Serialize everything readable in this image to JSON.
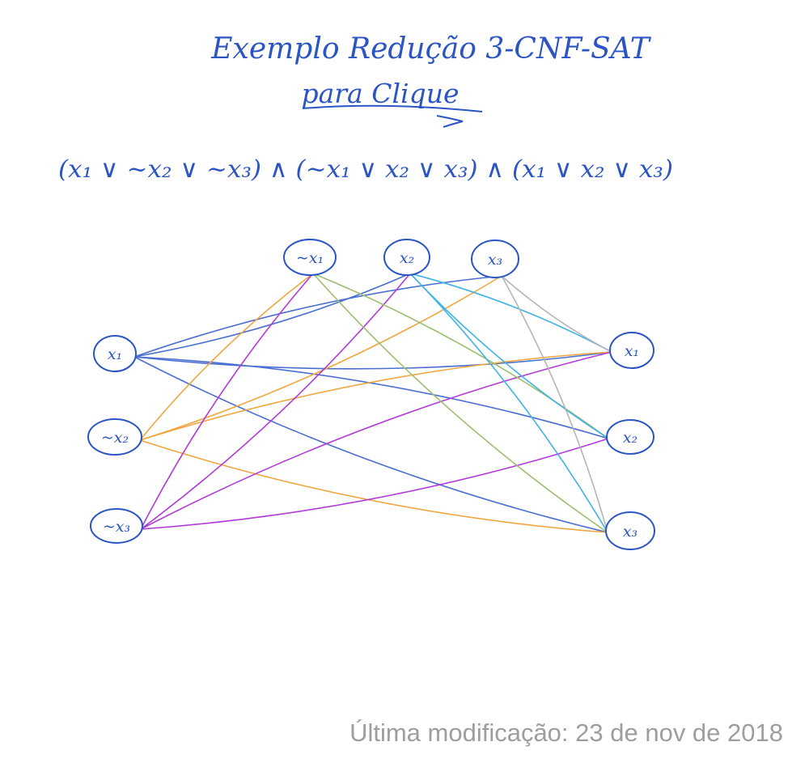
{
  "title": {
    "line1": "Exemplo Redução 3-CNF-SAT",
    "line2": "para Clique"
  },
  "formula": "(x₁ ∨ ~x₂ ∨ ~x₃) ∧ (~x₁ ∨ x₂ ∨ x₃) ∧ (x₁ ∨ x₂ ∨ x₃)",
  "colors": {
    "ink": "#2b55c4",
    "edge_blue": "#4a6fd0",
    "edge_orange": "#f0a640",
    "edge_purple": "#b23ad8",
    "edge_green": "#9cc06e",
    "edge_cyan": "#3fb3e6",
    "edge_gray": "#b5b5b5"
  },
  "nodes": [
    {
      "id": "c1_x1",
      "label": "x₁",
      "group": "left"
    },
    {
      "id": "c1_nx2",
      "label": "~x₂",
      "group": "left"
    },
    {
      "id": "c1_nx3",
      "label": "~x₃",
      "group": "left"
    },
    {
      "id": "c2_nx1",
      "label": "~x₁",
      "group": "top"
    },
    {
      "id": "c2_x2",
      "label": "x₂",
      "group": "top"
    },
    {
      "id": "c2_x3",
      "label": "x₃",
      "group": "top"
    },
    {
      "id": "c3_x1",
      "label": "x₁",
      "group": "right"
    },
    {
      "id": "c3_x2",
      "label": "x₂",
      "group": "right"
    },
    {
      "id": "c3_x3",
      "label": "x₃",
      "group": "right"
    }
  ],
  "edges": [
    {
      "from": "c1_x1",
      "to": "c2_x2",
      "color": "edge_blue"
    },
    {
      "from": "c1_x1",
      "to": "c2_x3",
      "color": "edge_blue"
    },
    {
      "from": "c1_x1",
      "to": "c3_x1",
      "color": "edge_blue"
    },
    {
      "from": "c1_x1",
      "to": "c3_x2",
      "color": "edge_blue"
    },
    {
      "from": "c1_x1",
      "to": "c3_x3",
      "color": "edge_blue"
    },
    {
      "from": "c1_nx2",
      "to": "c2_nx1",
      "color": "edge_orange"
    },
    {
      "from": "c1_nx2",
      "to": "c2_x3",
      "color": "edge_orange"
    },
    {
      "from": "c1_nx2",
      "to": "c3_x1",
      "color": "edge_orange"
    },
    {
      "from": "c1_nx2",
      "to": "c3_x3",
      "color": "edge_orange"
    },
    {
      "from": "c1_nx3",
      "to": "c2_nx1",
      "color": "edge_purple"
    },
    {
      "from": "c1_nx3",
      "to": "c2_x2",
      "color": "edge_purple"
    },
    {
      "from": "c1_nx3",
      "to": "c3_x1",
      "color": "edge_purple"
    },
    {
      "from": "c1_nx3",
      "to": "c3_x2",
      "color": "edge_purple"
    },
    {
      "from": "c2_nx1",
      "to": "c3_x2",
      "color": "edge_green"
    },
    {
      "from": "c2_nx1",
      "to": "c3_x3",
      "color": "edge_green"
    },
    {
      "from": "c2_x2",
      "to": "c3_x1",
      "color": "edge_cyan"
    },
    {
      "from": "c2_x2",
      "to": "c3_x2",
      "color": "edge_cyan"
    },
    {
      "from": "c2_x2",
      "to": "c3_x3",
      "color": "edge_cyan"
    },
    {
      "from": "c2_x3",
      "to": "c3_x1",
      "color": "edge_gray"
    },
    {
      "from": "c2_x3",
      "to": "c3_x3",
      "color": "edge_gray"
    }
  ],
  "footer": "Última modificação: 23 de nov de 2018"
}
